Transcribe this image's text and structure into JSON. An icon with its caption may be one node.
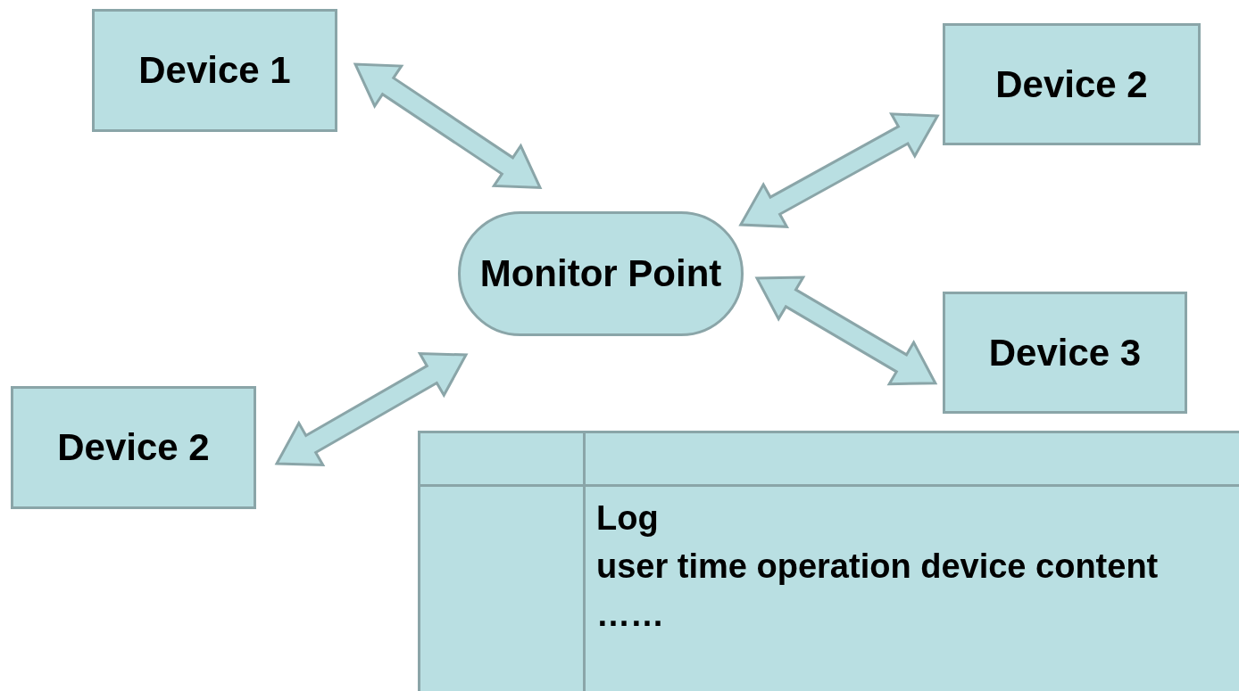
{
  "diagram": {
    "nodes": [
      {
        "text": [
          "Device 1"
        ]
      },
      {
        "text": [
          "Device 2"
        ]
      },
      {
        "text": [
          "Monitor Point"
        ]
      },
      {
        "text": [
          "Device 3"
        ]
      },
      {
        "text": [
          "Device 2"
        ]
      },
      {
        "text": [
          "Log",
          "user time operation device content",
          "……"
        ]
      }
    ],
    "edges": [
      {
        "from": 0,
        "to": 2,
        "arrow": "both"
      },
      {
        "from": 1,
        "to": 2,
        "arrow": "both"
      },
      {
        "from": 3,
        "to": 2,
        "arrow": "both"
      },
      {
        "from": 4,
        "to": 2,
        "arrow": "both"
      }
    ]
  }
}
